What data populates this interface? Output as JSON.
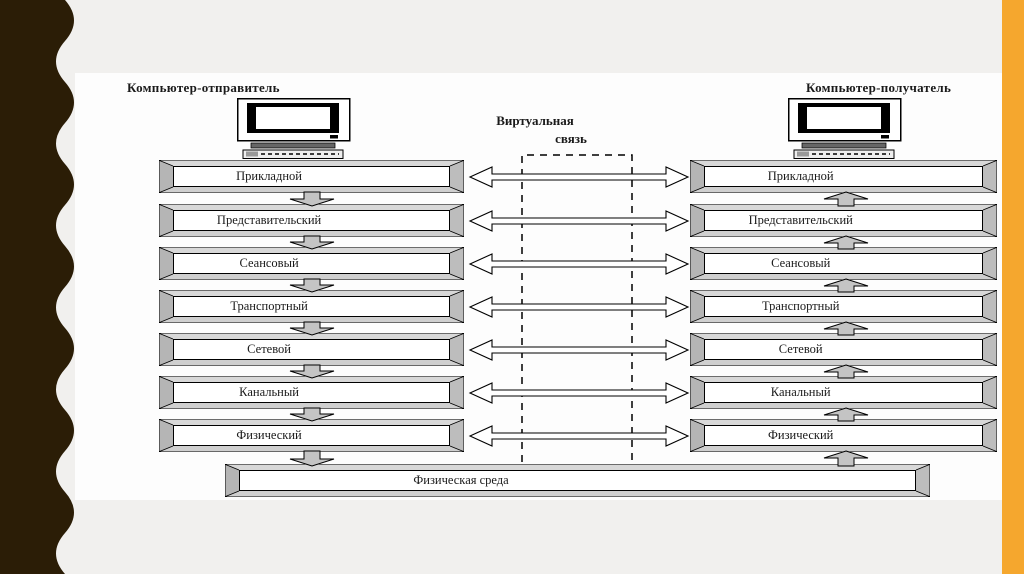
{
  "slide": {
    "sender_label": "Компьютер-отправитель",
    "receiver_label": "Компьютер-получатель",
    "virtual_link_line1": "Виртуальная",
    "virtual_link_line2": "связь",
    "osi_layers": [
      "Прикладной",
      "Представительский",
      "Сеансовый",
      "Транспортный",
      "Сетевой",
      "Канальный",
      "Физический"
    ],
    "physical_medium": "Физическая среда"
  },
  "colors": {
    "left_band_brown": "#2b1d06",
    "right_stripe_orange": "#f5a72e",
    "background_gray": "#f1f0ee",
    "frame_gray": "#c9c9c9"
  }
}
